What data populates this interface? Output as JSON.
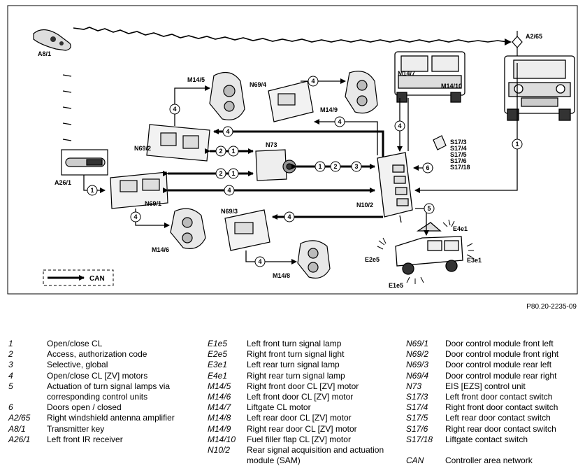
{
  "diagram": {
    "labels": {
      "a81": "A8/1",
      "a265": "A2/65",
      "a261": "A26/1",
      "m145": "M14/5",
      "n694": "N69/4",
      "m149": "M14/9",
      "m147": "M14/7",
      "m1410": "M14/10",
      "n692": "N69/2",
      "n73": "N73",
      "n691": "N69/1",
      "n693": "N69/3",
      "m146": "M14/6",
      "m148": "M14/8",
      "n102": "N10/2",
      "s173": "S17/3",
      "s174": "S17/4",
      "s175": "S17/5",
      "s176": "S17/6",
      "s1718": "S17/18",
      "e4e1": "E4e1",
      "e2e5": "E2e5",
      "e3e1": "E3e1",
      "e1e5": "E1e5",
      "can": "CAN"
    },
    "circle_numbers": [
      "1",
      "2",
      "3",
      "4",
      "5",
      "6"
    ]
  },
  "reference": "P80.20-2235-09",
  "legend": {
    "col1": [
      {
        "code": "1",
        "desc": "Open/close CL"
      },
      {
        "code": "2",
        "desc": "Access, authorization code"
      },
      {
        "code": "3",
        "desc": "Selective, global"
      },
      {
        "code": "4",
        "desc": "Open/close CL [ZV] motors"
      },
      {
        "code": "5",
        "desc": "Actuation of turn signal lamps via corresponding control units"
      },
      {
        "code": "6",
        "desc": "Doors open / closed"
      },
      {
        "code": "A2/65",
        "desc": "Right windshield antenna amplifier"
      },
      {
        "code": "A8/1",
        "desc": "Transmitter key"
      },
      {
        "code": "A26/1",
        "desc": "Left front IR receiver"
      }
    ],
    "col2": [
      {
        "code": "E1e5",
        "desc": "Left front turn signal lamp"
      },
      {
        "code": "E2e5",
        "desc": "Right front turn signal light"
      },
      {
        "code": "E3e1",
        "desc": "Left rear turn signal lamp"
      },
      {
        "code": "E4e1",
        "desc": "Right rear turn signal lamp"
      },
      {
        "code": "M14/5",
        "desc": "Right front door CL [ZV] motor"
      },
      {
        "code": "M14/6",
        "desc": "Left front door CL [ZV] motor"
      },
      {
        "code": "M14/7",
        "desc": "Liftgate CL motor"
      },
      {
        "code": "M14/8",
        "desc": "Left rear door CL [ZV] motor"
      },
      {
        "code": "M14/9",
        "desc": "Right rear door CL [ZV] motor"
      },
      {
        "code": "M14/10",
        "desc": "Fuel filler flap CL [ZV] motor"
      },
      {
        "code": "N10/2",
        "desc": "Rear signal acquisition and actuation module (SAM)"
      }
    ],
    "col3": [
      {
        "code": "N69/1",
        "desc": "Door control module front left"
      },
      {
        "code": "N69/2",
        "desc": "Door control module front right"
      },
      {
        "code": "N69/3",
        "desc": "Door control module rear left"
      },
      {
        "code": "N69/4",
        "desc": "Door control module rear right"
      },
      {
        "code": "N73",
        "desc": "EIS [EZS] control unit"
      },
      {
        "code": "S17/3",
        "desc": "Left front door contact switch"
      },
      {
        "code": "S17/4",
        "desc": "Right front door contact switch"
      },
      {
        "code": "S17/5",
        "desc": "Left rear door contact switch"
      },
      {
        "code": "S17/6",
        "desc": "Right rear door contact switch"
      },
      {
        "code": "S17/18",
        "desc": "Liftgate contact switch"
      },
      {
        "code": "",
        "desc": ""
      },
      {
        "code": "CAN",
        "desc": "Controller area network"
      }
    ]
  }
}
